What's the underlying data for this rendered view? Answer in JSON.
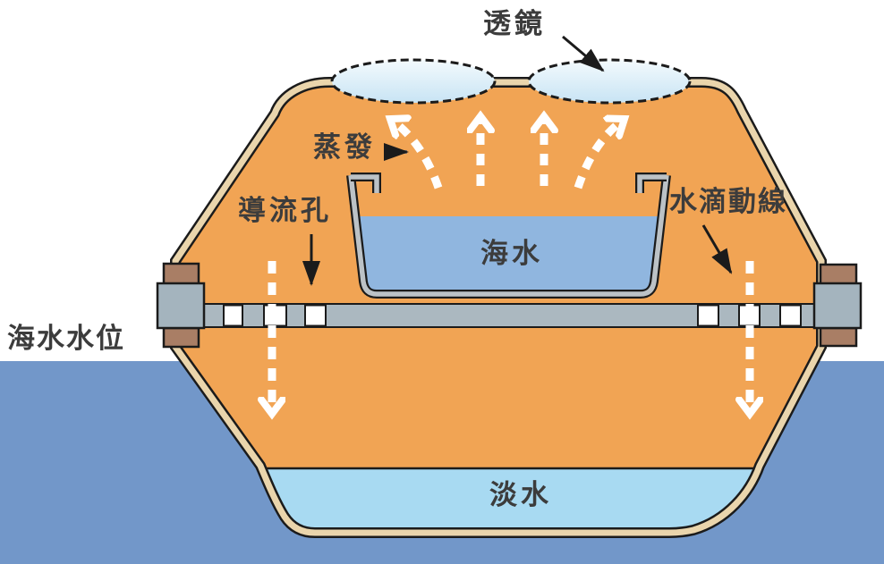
{
  "diagram_title": "solar-still-seawater-desalination-cross-section",
  "labels": {
    "lens": "透鏡",
    "evaporation": "蒸發",
    "guide_hole": "導流孔",
    "seawater": "海水",
    "droplet_path": "水滴動線",
    "sea_level": "海水水位",
    "freshwater": "淡水"
  },
  "colors": {
    "body_orange": "#F1A454",
    "lining_tan": "#EAD5AC",
    "sea_blue": "#7297C9",
    "freshwater_blue": "#A8DAF2",
    "basin_water_blue": "#90B6DF",
    "lens_blue_top": "#F3FAFD",
    "lens_blue_bottom": "#C8E4F4",
    "bar_gray": "#ABB8C0",
    "wall_gray": "#BCC2C6",
    "clamp_brown": "#A97E65",
    "outline_black": "#1B1B1B",
    "arrow_white": "#FFFFFF",
    "label_text": "#3C3C3C"
  }
}
